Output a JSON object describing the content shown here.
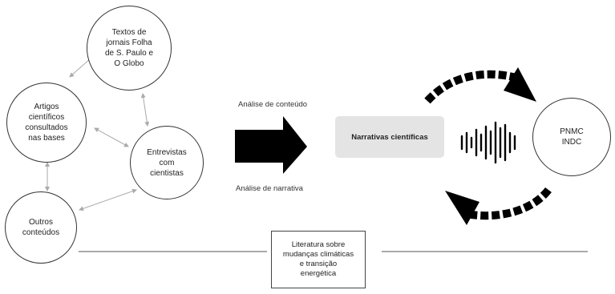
{
  "nodes": {
    "textos": "Textos de\njornais Folha\nde S. Paulo e\nO Globo",
    "artigos": "Artigos\ncientíficos\nconsultados\nnas bases",
    "entrevistas": "Entrevistas\ncom\ncientistas",
    "outros": "Outros\nconteúdos",
    "policy": "PNMC\nINDC"
  },
  "process": {
    "content_analysis": "Análise de conteúdo",
    "narrative_analysis": "Análise de narrativa"
  },
  "center_box": "Narrativas científicas",
  "literature_box": "Literatura sobre\nmudanças climáticas\ne transição\nenergética",
  "colors": {
    "connector": "#aaaaaa",
    "arrow": "#000000",
    "box_fill": "#e4e4e4"
  }
}
